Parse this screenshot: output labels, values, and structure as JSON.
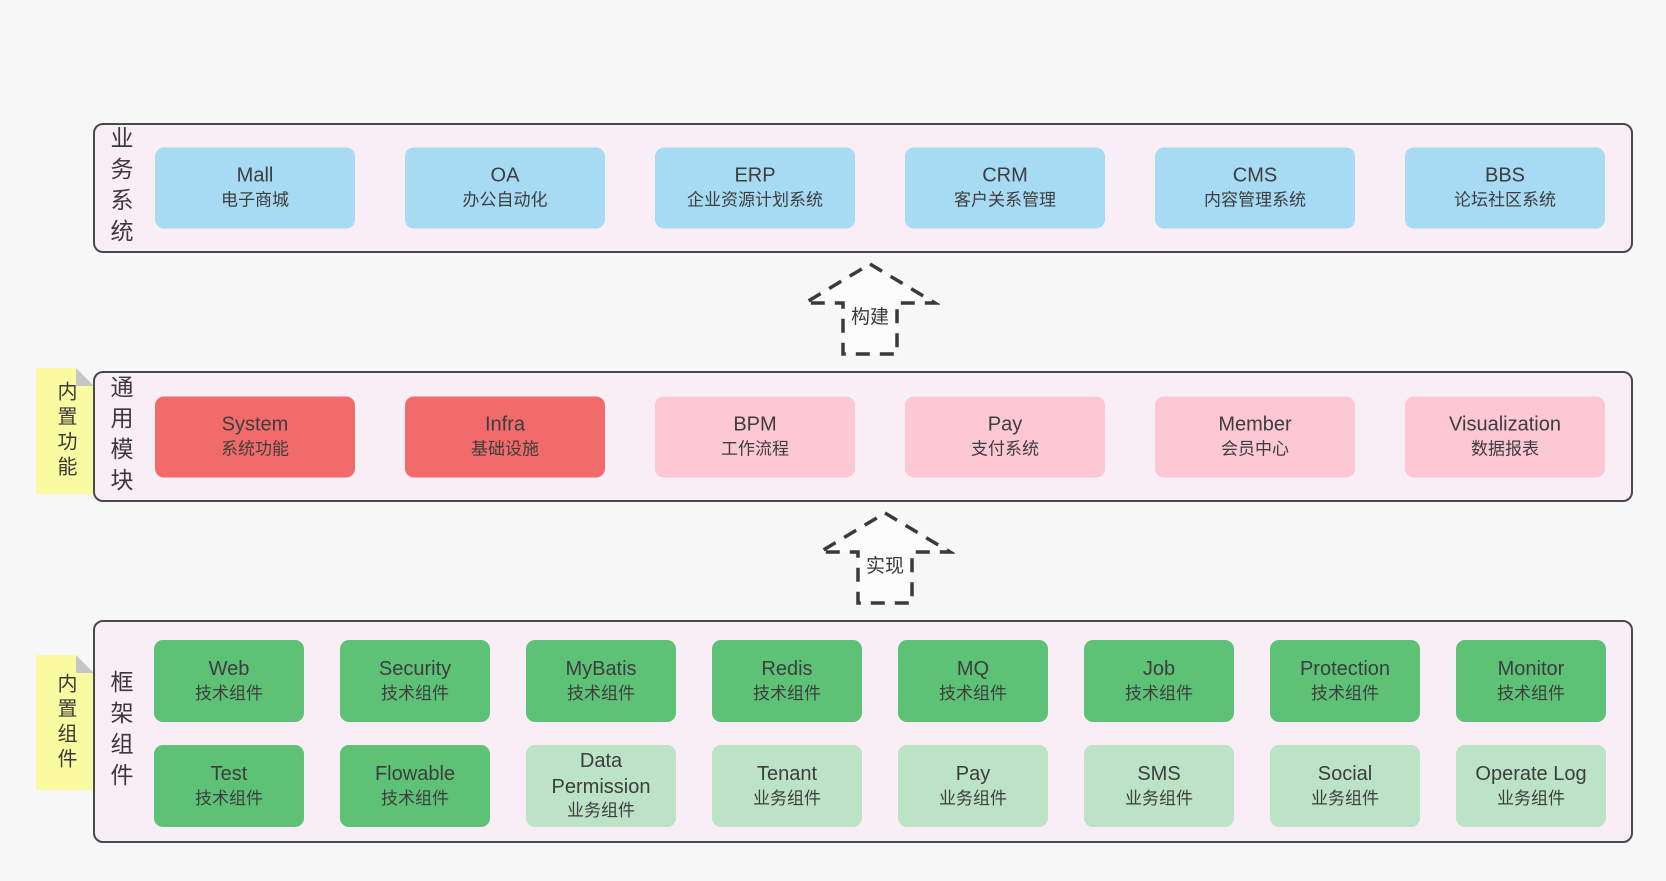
{
  "colors": {
    "page_bg": "#f7f7f7",
    "panel_bg": "#f9edf6",
    "panel_border": "#4a4a4a",
    "blue": "#a7daf3",
    "red": "#f16b6b",
    "pink": "#fbc8d3",
    "green": "#5dc276",
    "light_green": "#bce3c5",
    "sticky_yellow": "#fafba1",
    "sticky_fold": "#c5c5c7",
    "text": "#3d3d3d"
  },
  "panels": {
    "business": {
      "label": "业务系统",
      "boxes": [
        {
          "title": "Mall",
          "subtitle": "电子商城",
          "variant": "blue"
        },
        {
          "title": "OA",
          "subtitle": "办公自动化",
          "variant": "blue"
        },
        {
          "title": "ERP",
          "subtitle": "企业资源计划系统",
          "variant": "blue"
        },
        {
          "title": "CRM",
          "subtitle": "客户关系管理",
          "variant": "blue"
        },
        {
          "title": "CMS",
          "subtitle": "内容管理系统",
          "variant": "blue"
        },
        {
          "title": "BBS",
          "subtitle": "论坛社区系统",
          "variant": "blue"
        }
      ]
    },
    "modules": {
      "label": "通用模块",
      "sticky": "内置功能",
      "boxes": [
        {
          "title": "System",
          "subtitle": "系统功能",
          "variant": "red"
        },
        {
          "title": "Infra",
          "subtitle": "基础设施",
          "variant": "red"
        },
        {
          "title": "BPM",
          "subtitle": "工作流程",
          "variant": "pink"
        },
        {
          "title": "Pay",
          "subtitle": "支付系统",
          "variant": "pink"
        },
        {
          "title": "Member",
          "subtitle": "会员中心",
          "variant": "pink"
        },
        {
          "title": "Visualization",
          "subtitle": "数据报表",
          "variant": "pink"
        }
      ]
    },
    "components": {
      "label": "框架组件",
      "sticky": "内置组件",
      "rows": [
        [
          {
            "title": "Web",
            "subtitle": "技术组件",
            "variant": "green"
          },
          {
            "title": "Security",
            "subtitle": "技术组件",
            "variant": "green"
          },
          {
            "title": "MyBatis",
            "subtitle": "技术组件",
            "variant": "green"
          },
          {
            "title": "Redis",
            "subtitle": "技术组件",
            "variant": "green"
          },
          {
            "title": "MQ",
            "subtitle": "技术组件",
            "variant": "green"
          },
          {
            "title": "Job",
            "subtitle": "技术组件",
            "variant": "green"
          },
          {
            "title": "Protection",
            "subtitle": "技术组件",
            "variant": "green"
          },
          {
            "title": "Monitor",
            "subtitle": "技术组件",
            "variant": "green"
          }
        ],
        [
          {
            "title": "Test",
            "subtitle": "技术组件",
            "variant": "green"
          },
          {
            "title": "Flowable",
            "subtitle": "技术组件",
            "variant": "green"
          },
          {
            "title": "Data Permission",
            "subtitle": "业务组件",
            "variant": "light-green"
          },
          {
            "title": "Tenant",
            "subtitle": "业务组件",
            "variant": "light-green"
          },
          {
            "title": "Pay",
            "subtitle": "业务组件",
            "variant": "light-green"
          },
          {
            "title": "SMS",
            "subtitle": "业务组件",
            "variant": "light-green"
          },
          {
            "title": "Social",
            "subtitle": "业务组件",
            "variant": "light-green"
          },
          {
            "title": "Operate Log",
            "subtitle": "业务组件",
            "variant": "light-green"
          }
        ]
      ]
    }
  },
  "arrows": [
    {
      "label": "构建"
    },
    {
      "label": "实现"
    }
  ]
}
